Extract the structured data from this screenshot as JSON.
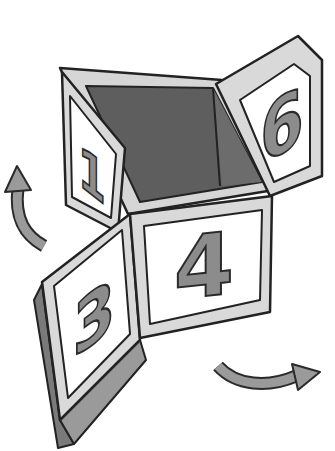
{
  "diagram": {
    "nodes": [
      {
        "text": [
          "1"
        ]
      },
      {
        "text": [
          "6"
        ]
      },
      {
        "text": [
          "3"
        ]
      },
      {
        "text": [
          "4"
        ]
      }
    ]
  }
}
